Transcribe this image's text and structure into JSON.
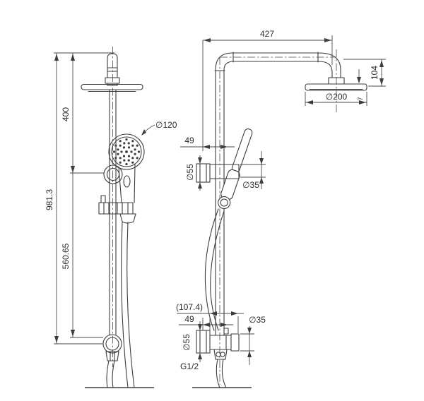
{
  "drawing": {
    "kind": "shower-column-technical-drawing",
    "background": "#ffffff",
    "line_color": "#3d3d3d",
    "front_view": {
      "dim_overall_height": "981.3",
      "dim_upper_span": "400",
      "dim_lower_span": "560.65",
      "dim_hand_shower_diameter": "∅120"
    },
    "side_view": {
      "dim_arm_reach": "427",
      "dim_head_drop": "104",
      "dim_head_thickness": "7",
      "dim_head_diameter": "∅200",
      "dim_upper_offset": "49",
      "dim_upper_flange_diameter": "∅55",
      "dim_holder_diameter": "∅35",
      "dim_lower_reference": "(107.4)",
      "dim_lower_offset": "49",
      "dim_lower_flange_diameter": "∅55",
      "dim_outlet_diameter": "∅35",
      "thread_label": "G1/2"
    }
  }
}
